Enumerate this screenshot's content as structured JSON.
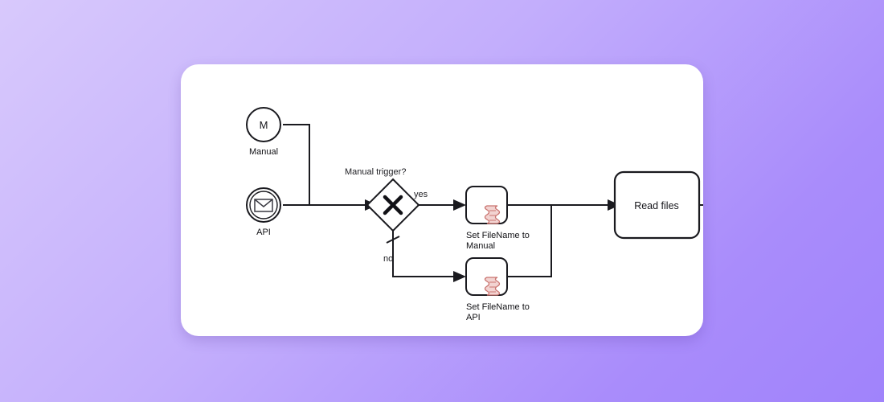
{
  "canvas": {
    "background_gradient_from": "#d8c9fc",
    "background_gradient_to": "#a083fb",
    "card_background": "#ffffff",
    "stroke_color": "#1a1a1f",
    "script_icon_color": "#c9736f"
  },
  "diagram": {
    "type": "bpmn-process",
    "start_events": [
      {
        "id": "start-manual",
        "label": "Manual",
        "marker": "M",
        "event_type": "manual-start-event",
        "icon": "letter-m-icon"
      },
      {
        "id": "start-api",
        "label": "API",
        "marker": "",
        "event_type": "message-start-event",
        "icon": "envelope-icon"
      }
    ],
    "gateway": {
      "id": "gateway-manual-trigger",
      "label": "Manual trigger?",
      "gateway_type": "exclusive",
      "icon": "x-cross-icon"
    },
    "flows": [
      {
        "id": "flow-yes",
        "label": "yes",
        "from": "gateway-manual-trigger",
        "to": "task-set-filename-manual",
        "is_default": false
      },
      {
        "id": "flow-no",
        "label": "no",
        "from": "gateway-manual-trigger",
        "to": "task-set-filename-api",
        "is_default": true
      }
    ],
    "tasks": [
      {
        "id": "task-set-filename-manual",
        "label_line1": "Set FileName to",
        "label_line2": "Manual",
        "task_type": "script-task",
        "icon": "script-icon"
      },
      {
        "id": "task-set-filename-api",
        "label_line1": "Set FileName to",
        "label_line2": "API",
        "task_type": "script-task",
        "icon": "script-icon"
      },
      {
        "id": "task-read-files",
        "label": "Read files",
        "task_type": "task",
        "icon": ""
      }
    ]
  }
}
